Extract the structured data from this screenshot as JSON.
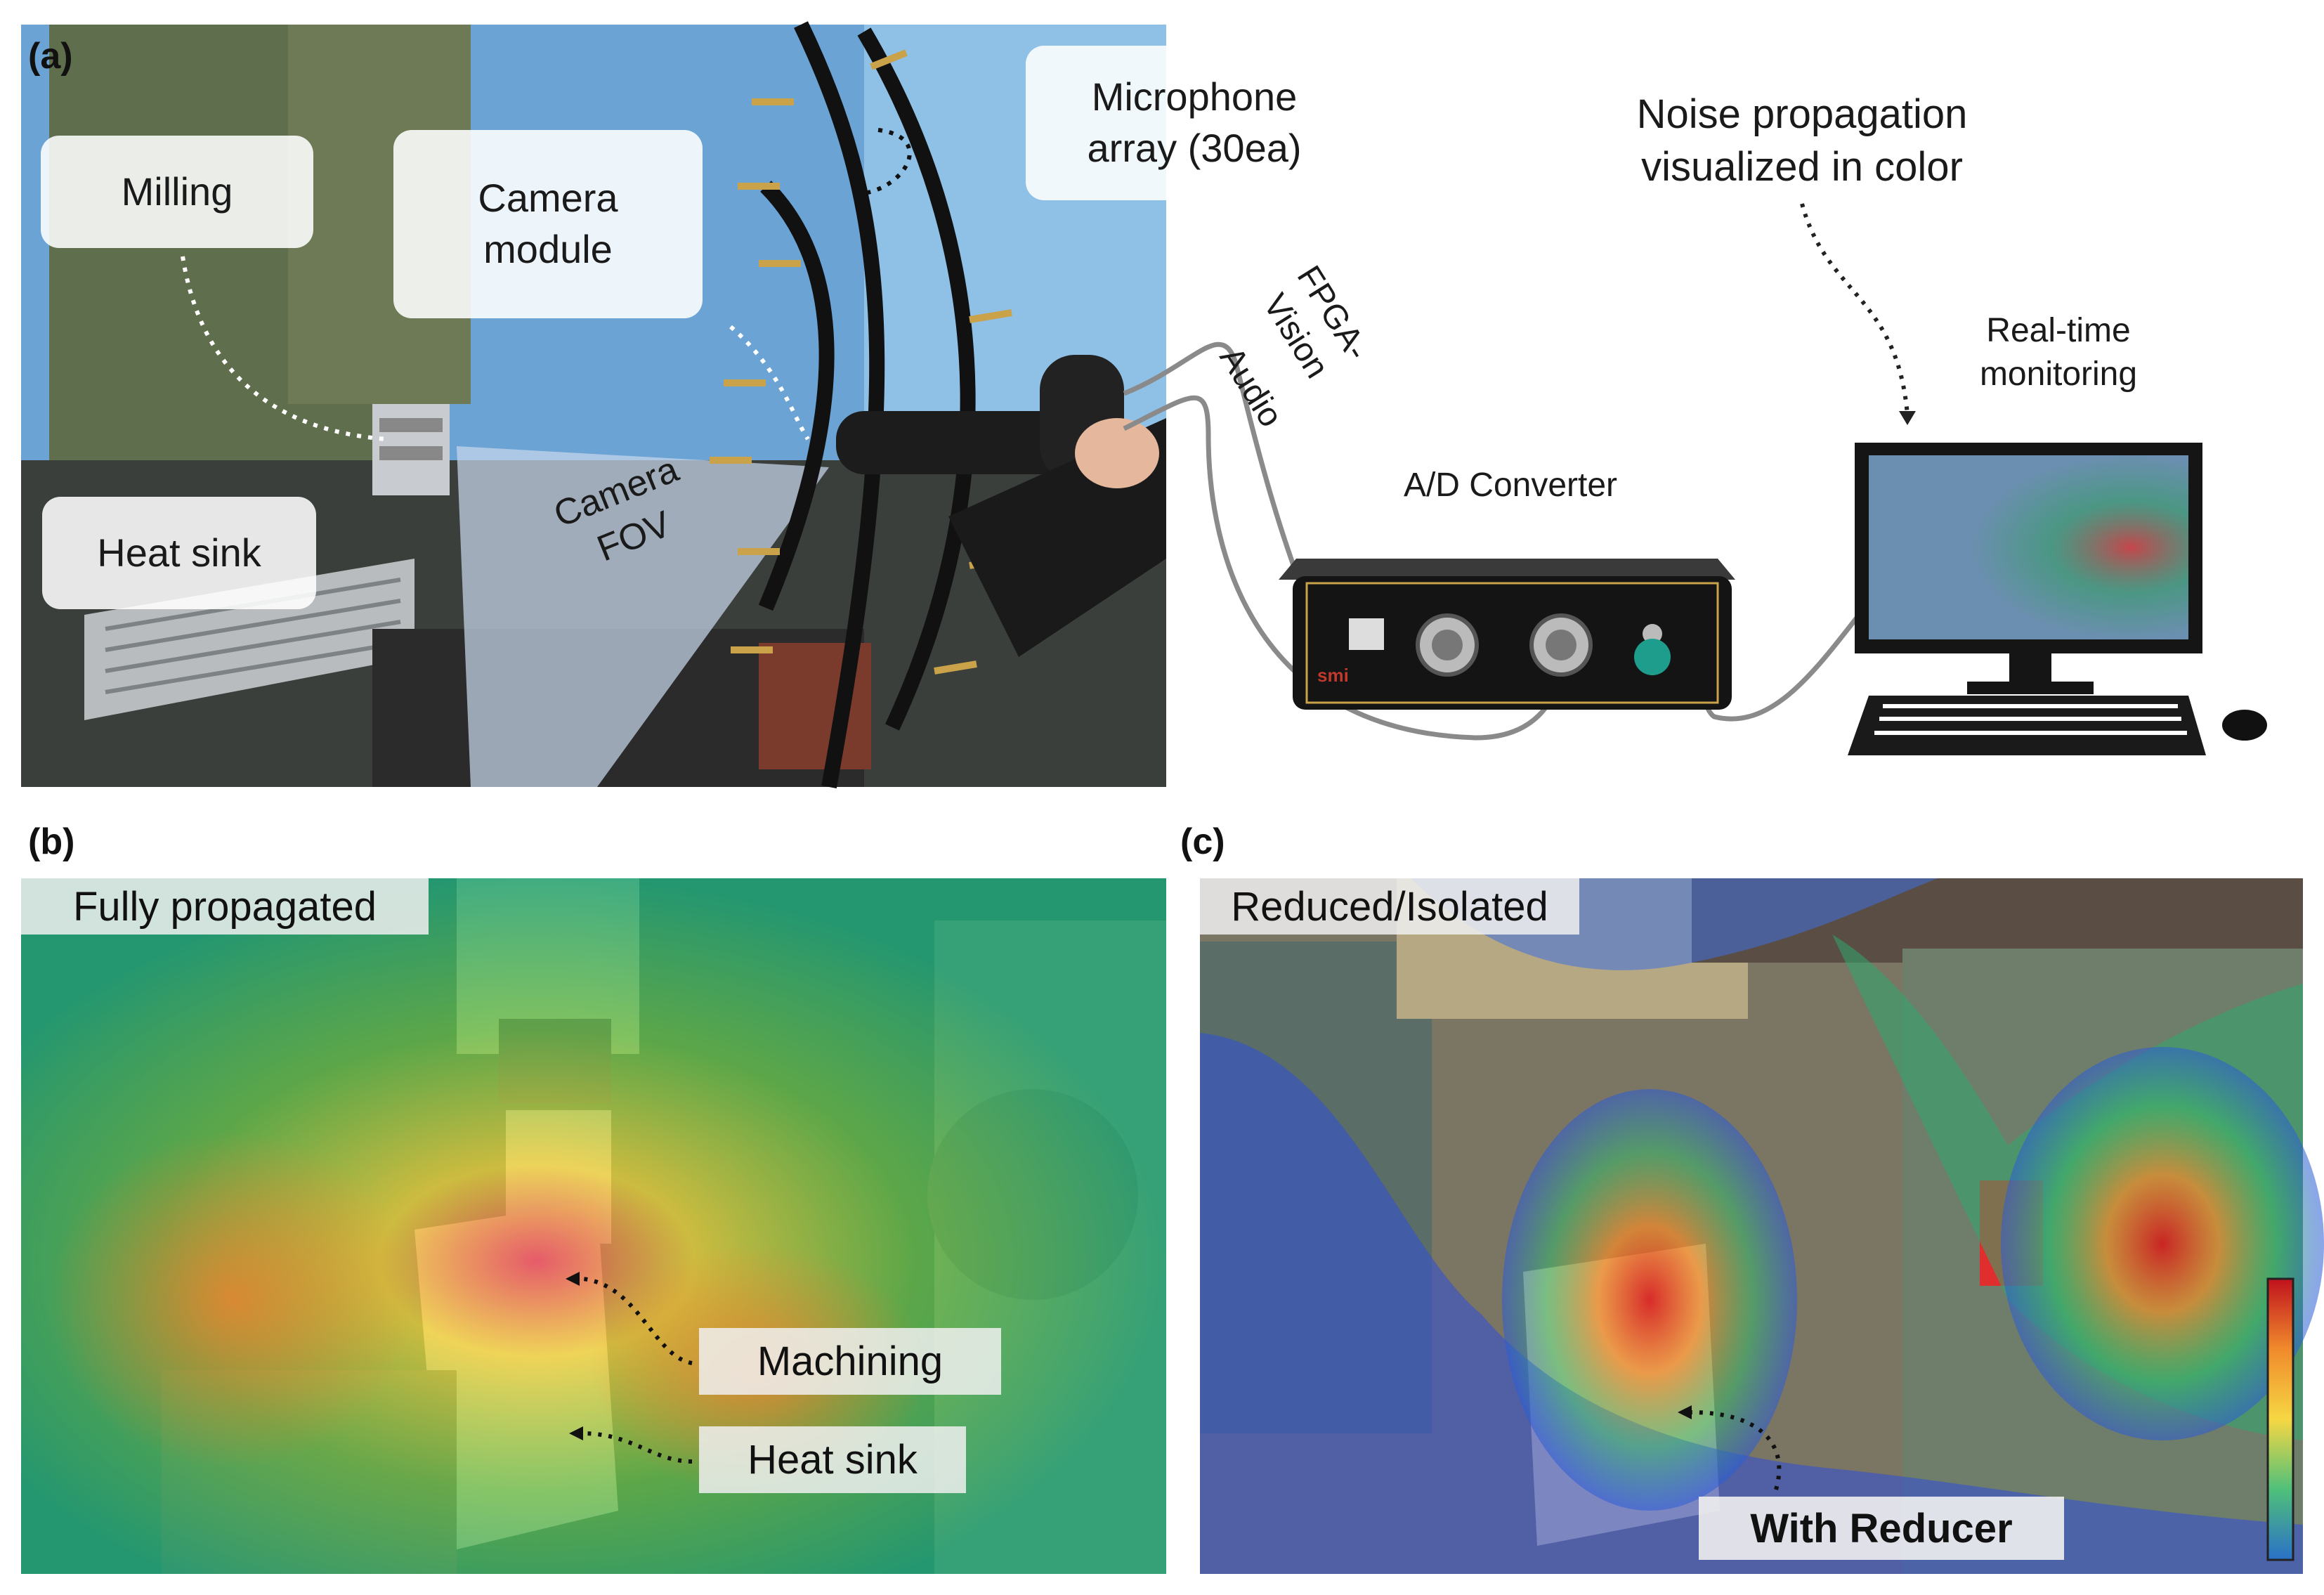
{
  "panels": {
    "a": {
      "label": "(a)",
      "callouts": {
        "milling": "Milling",
        "camera_module": "Camera module",
        "heat_sink": "Heat sink",
        "microphone_array": "Microphone array (30ea)",
        "camera_fov": "Camera FOV"
      },
      "cables": {
        "fpga_vision": "FPGA-Vision",
        "audio": "Audio"
      },
      "converter_label": "A/D Converter",
      "noise_title": "Noise propagation visualized in color",
      "monitor_label": "Real-time monitoring"
    },
    "b": {
      "label": "(b)",
      "title": "Fully propagated",
      "annotations": {
        "machining": "Machining",
        "heat_sink": "Heat sink"
      }
    },
    "c": {
      "label": "(c)",
      "title": "Reduced/Isolated",
      "annotation": "With Reducer"
    }
  },
  "colors": {
    "heatmap_high": "#d7191c",
    "heatmap_mid": "#f6d743",
    "heatmap_low": "#2b5cd8",
    "cable": "#8a8a8a"
  }
}
